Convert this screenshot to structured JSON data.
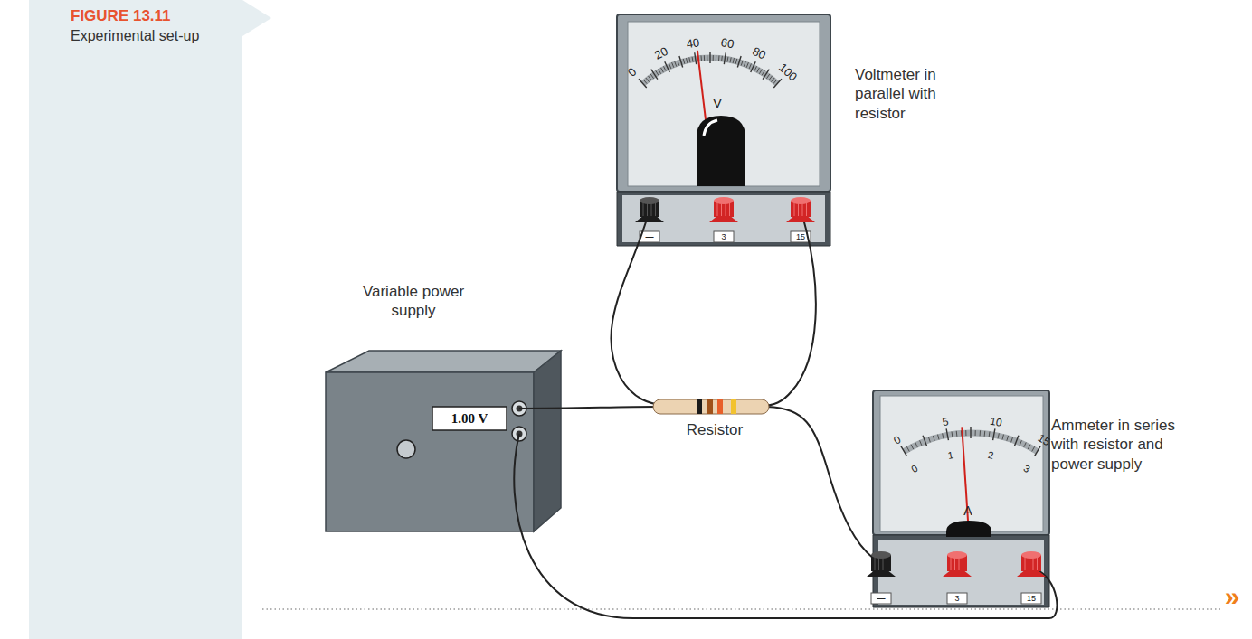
{
  "diagram": {
    "title": "FIGURE 13.11",
    "caption": "Experimental set-up",
    "labels": [
      "0",
      "20",
      "40",
      "60",
      "80",
      "100",
      "V",
      "—",
      "3",
      "15",
      "Voltmeter in parallel with resistor",
      "Variable power supply",
      "1.00 V",
      "Resistor",
      "0",
      "5",
      "10",
      "15",
      "0",
      "1",
      "2",
      "3",
      "A",
      "—",
      "3",
      "15",
      "Ammeter in series with resistor and power supply",
      "»"
    ]
  }
}
